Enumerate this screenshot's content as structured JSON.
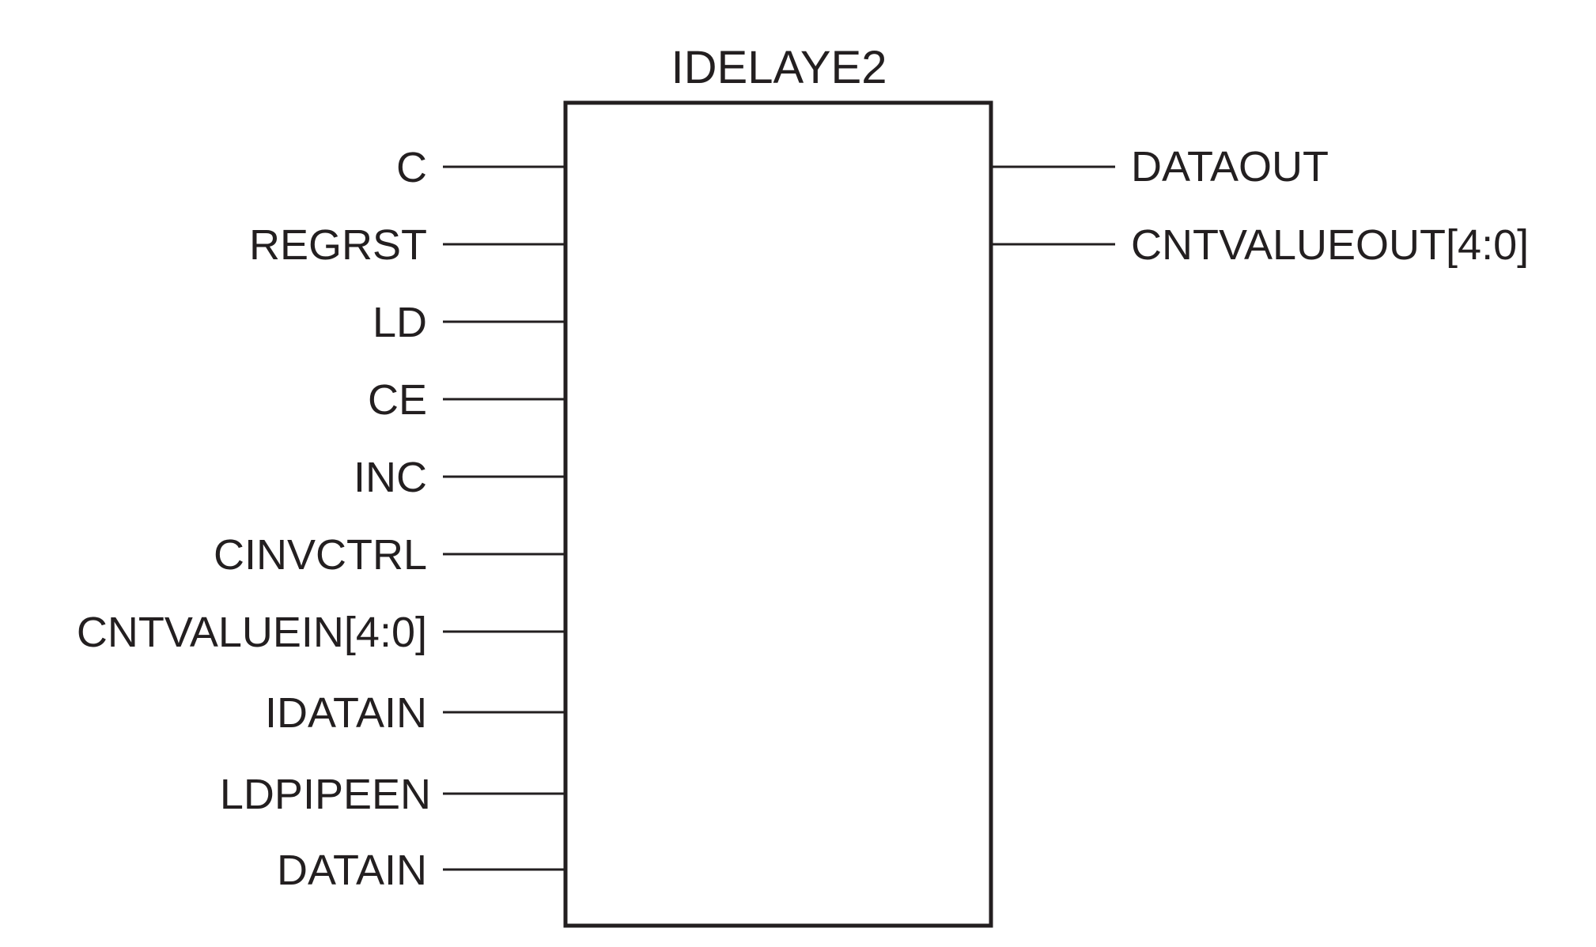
{
  "block": {
    "title": "IDELAYE2"
  },
  "ports": {
    "inputs": [
      {
        "label": "C"
      },
      {
        "label": "REGRST"
      },
      {
        "label": "LD"
      },
      {
        "label": "CE"
      },
      {
        "label": "INC"
      },
      {
        "label": "CINVCTRL"
      },
      {
        "label": "CNTVALUEIN[4:0]"
      },
      {
        "label": "IDATAIN"
      },
      {
        "label": "LDPIPEEN"
      },
      {
        "label": "DATAIN"
      }
    ],
    "outputs": [
      {
        "label": "DATAOUT"
      },
      {
        "label": "CNTVALUEOUT[4:0]"
      }
    ]
  },
  "colors": {
    "ink": "#231f20",
    "background": "#ffffff"
  }
}
